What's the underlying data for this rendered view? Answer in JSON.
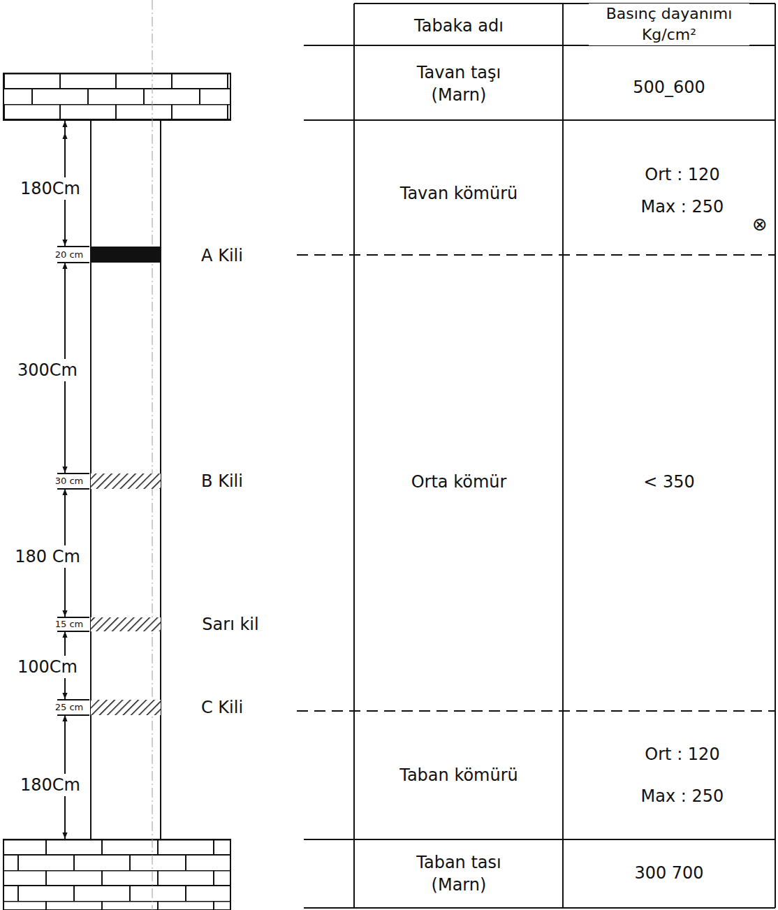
{
  "diagram": {
    "labels": [
      "Tabaka adı",
      "Basınç dayanımı Kg/cm²",
      "Tavan taşı (Marn)",
      "500_600",
      "180Cm",
      "Tavan kömürü",
      "Ort : 120",
      "Max : 250",
      "⊗",
      "20 cm",
      "A Kili",
      "300Cm",
      "30 cm",
      "B Kili",
      "Orta kömür",
      "< 350",
      "180 Cm",
      "15 cm",
      "Sarı kil",
      "100Cm",
      "25 cm",
      "C Kili",
      "180Cm",
      "Taban kömürü",
      "Ort : 120",
      "Max : 250",
      "Taban tası (Marn)",
      "300 700"
    ]
  }
}
